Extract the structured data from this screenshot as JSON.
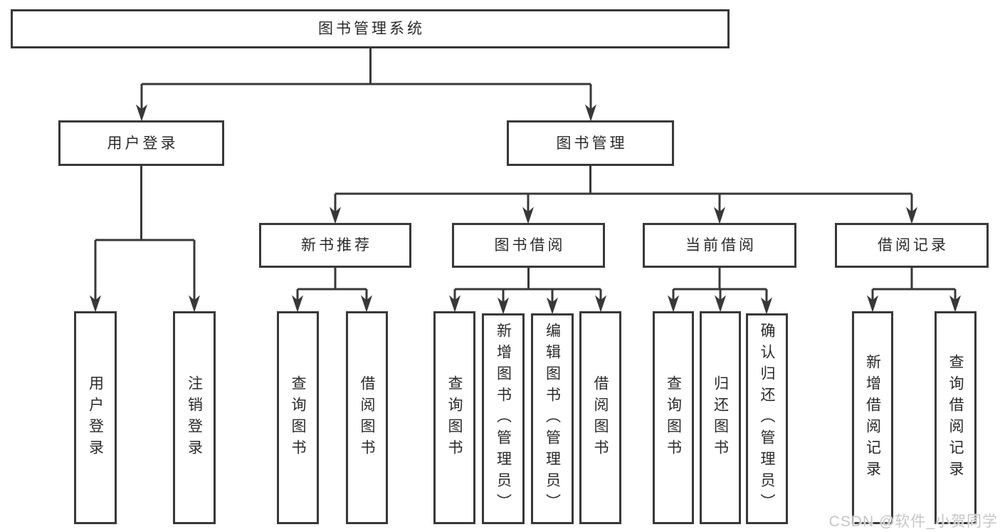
{
  "diagram": {
    "type": "hierarchy-tree",
    "root": {
      "label": "图书管理系统"
    },
    "branches": [
      {
        "label": "用户登录",
        "children": [
          {
            "label": "用户登录"
          },
          {
            "label": "注销登录"
          }
        ]
      },
      {
        "label": "图书管理",
        "children": [
          {
            "label": "新书推荐",
            "children": [
              {
                "label": "查询图书"
              },
              {
                "label": "借阅图书"
              }
            ]
          },
          {
            "label": "图书借阅",
            "children": [
              {
                "label": "查询图书"
              },
              {
                "label": "新增图书（管理员）"
              },
              {
                "label": "编辑图书（管理员）"
              },
              {
                "label": "借阅图书"
              }
            ]
          },
          {
            "label": "当前借阅",
            "children": [
              {
                "label": "查询图书"
              },
              {
                "label": "归还图书"
              },
              {
                "label": "确认归还（管理员）"
              }
            ]
          },
          {
            "label": "借阅记录",
            "children": [
              {
                "label": "新增借阅记录"
              },
              {
                "label": "查询借阅记录"
              }
            ]
          }
        ]
      }
    ]
  },
  "watermark": {
    "text": "CSDN @软件_小贺同学"
  },
  "colors": {
    "line": "#383838",
    "text": "#2a2a2a",
    "watermark": "#c6c6c6",
    "background": "#ffffff"
  }
}
